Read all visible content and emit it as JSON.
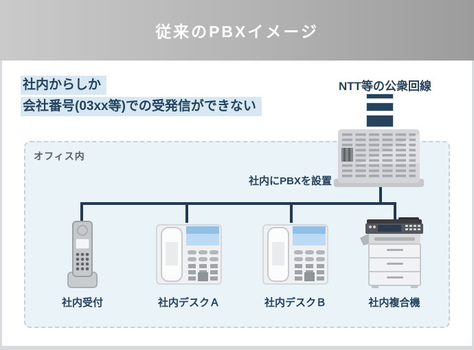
{
  "header": {
    "title": "従来のPBXイメージ"
  },
  "caption": {
    "line1": "社内からしか",
    "line2": "会社番号(03xx等)での受発信ができない"
  },
  "public_line_label": "NTT等の公衆回線",
  "pbx_label": "社内にPBXを設置",
  "office": {
    "label": "オフィス内"
  },
  "devices": [
    {
      "label": "社内受付",
      "icon": "cordless-phone-icon"
    },
    {
      "label": "社内デスクＡ",
      "icon": "desk-phone-icon"
    },
    {
      "label": "社内デスクＢ",
      "icon": "desk-phone-icon"
    },
    {
      "label": "社内複合機",
      "icon": "multifunction-printer-icon"
    }
  ],
  "colors": {
    "navy": "#24425c",
    "line_navy": "#1f3a52",
    "caption_highlight": "#d8e8f3",
    "office_background": "#eaf3f8",
    "office_border": "#c7d1d8",
    "header_gradient_left": "#cacaca",
    "header_gradient_right": "#9c9c9c",
    "page_background": "#d9dadb"
  }
}
